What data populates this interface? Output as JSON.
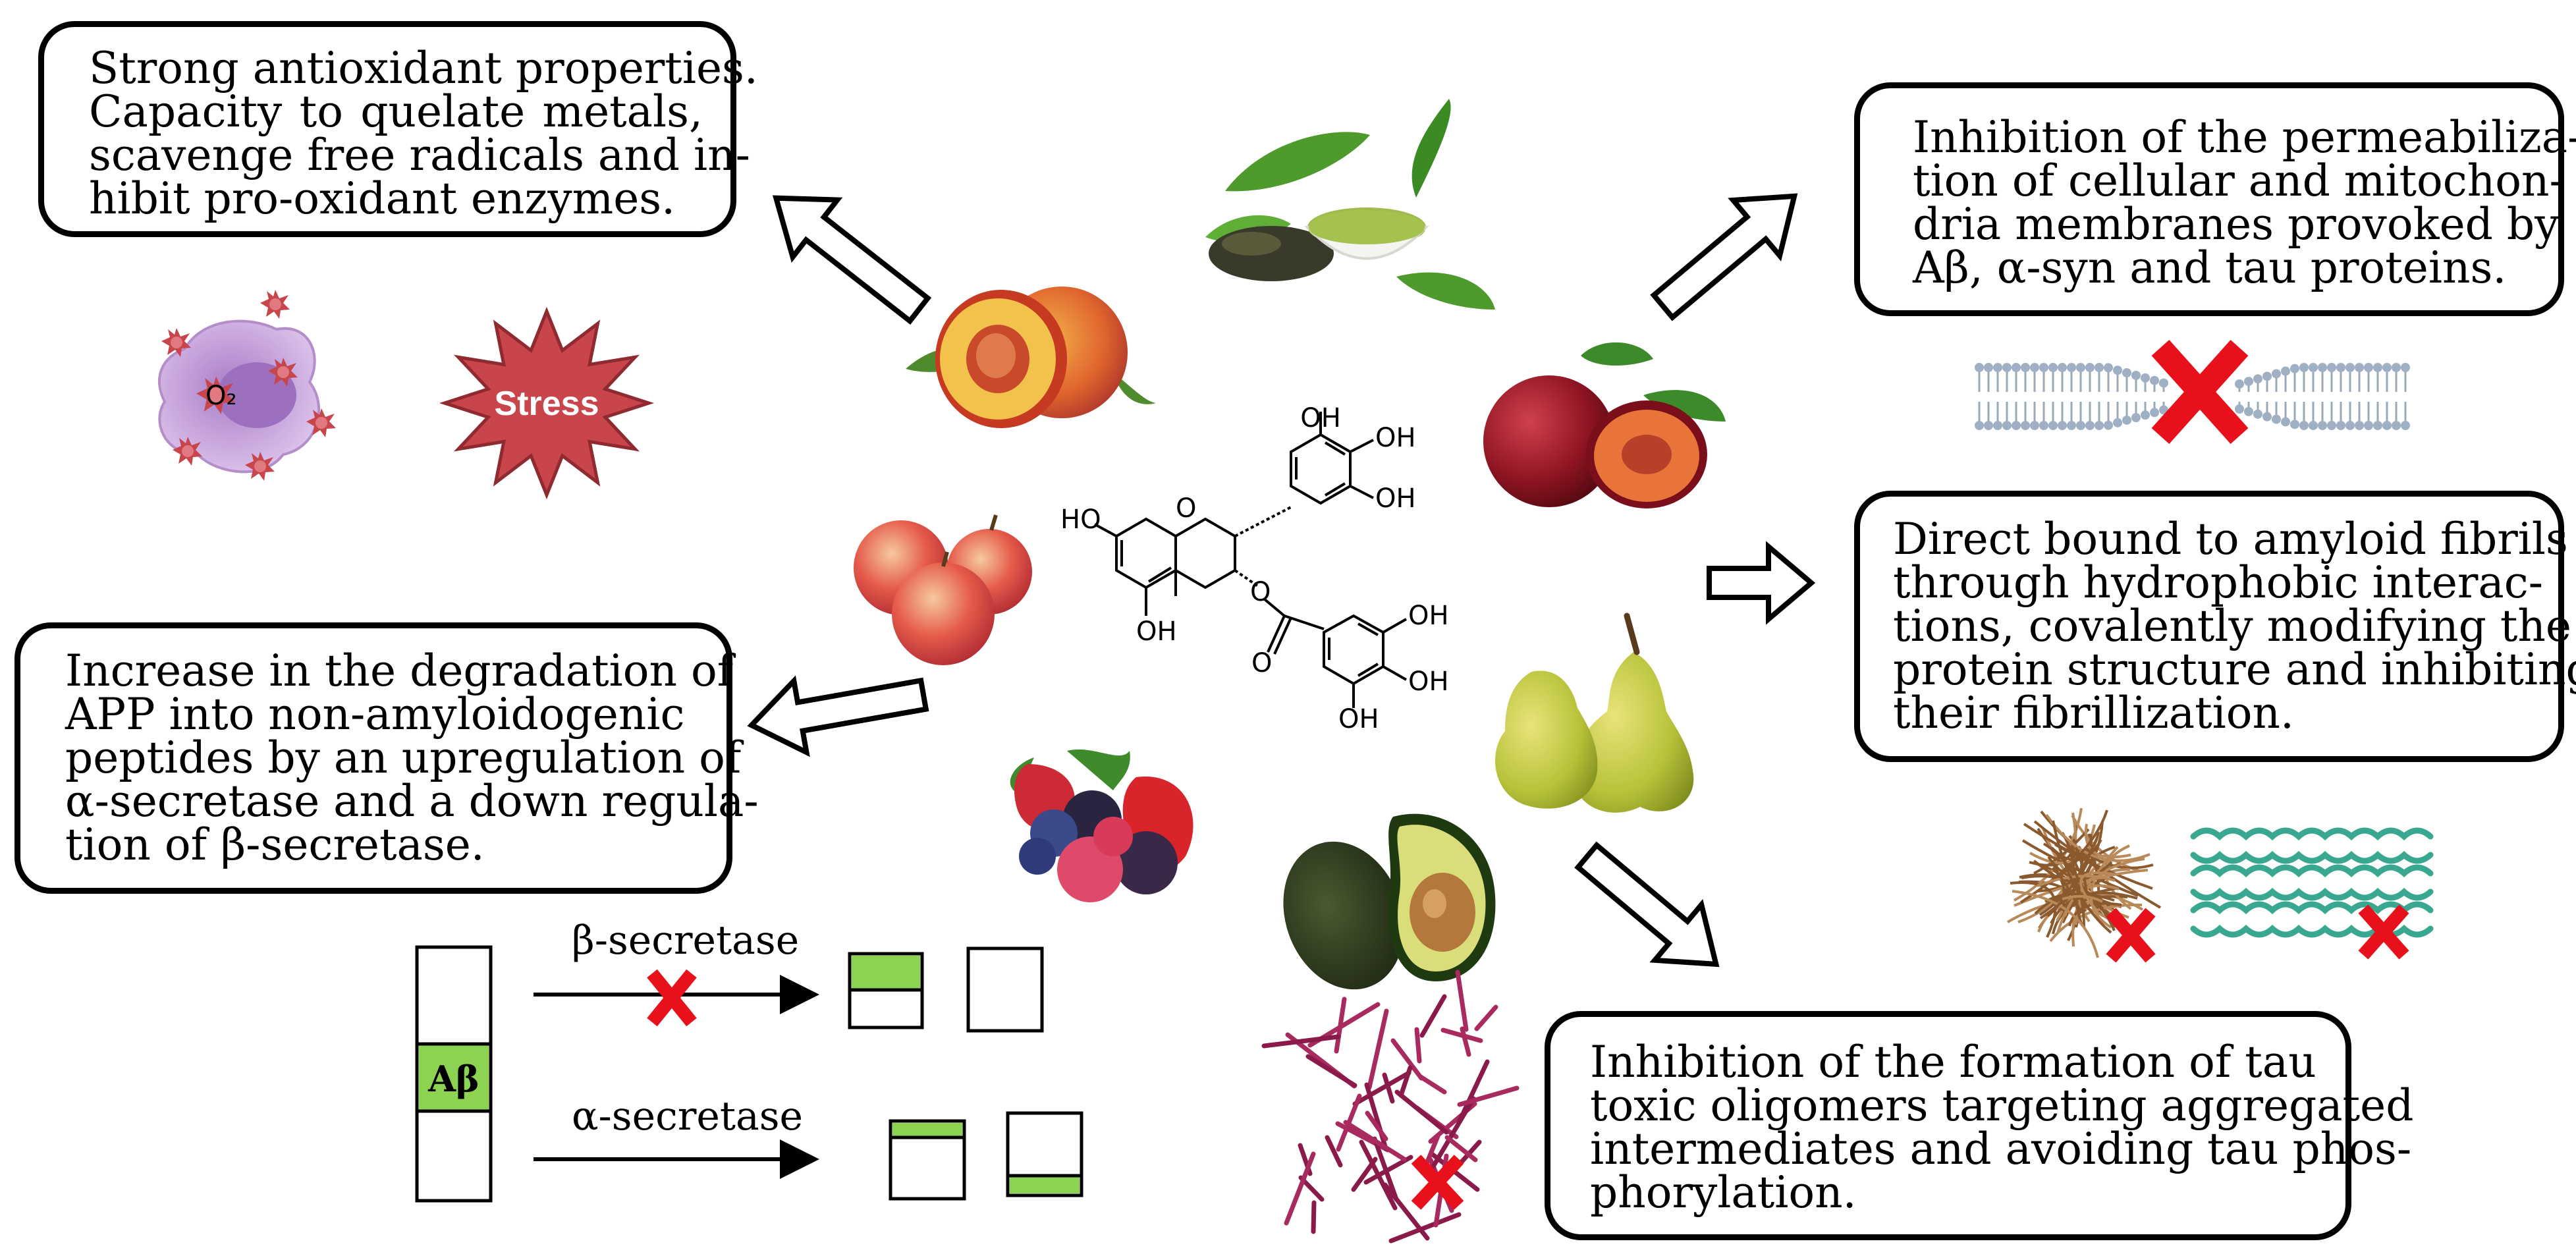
{
  "boxes": {
    "antioxidant": {
      "lines": [
        "Strong antioxidant properties.",
        "Capacity to quelate metals,",
        "scavenge free radicals and in-",
        "hibit pro-oxidant enzymes."
      ]
    },
    "permeabilization": {
      "lines": [
        "Inhibition of the permeabiliza-",
        "tion of cellular and mitochon-",
        "dria membranes provoked by",
        "Aβ, α-syn and tau proteins."
      ]
    },
    "fibrils": {
      "lines": [
        "Direct bound to amyloid fibrils",
        "through hydrophobic interac-",
        "tions, covalently modifying the",
        "protein structure and inhibiting",
        "their fibrillization."
      ]
    },
    "app": {
      "lines": [
        "Increase in the degradation of",
        "APP into non-amyloidogenic",
        "peptides by an upregulation of",
        "α-secretase and a down regula-",
        "tion of β-secretase."
      ]
    },
    "tau": {
      "lines": [
        "Inhibition of the formation of tau",
        "toxic oligomers targeting aggregated",
        "intermediates and avoiding tau phos-",
        "phorylation."
      ]
    }
  },
  "labels": {
    "stress": "Stress",
    "beta_secretase": "β-secretase",
    "alpha_secretase": "α-secretase",
    "abeta": "Aβ",
    "o2": "O₂"
  },
  "molecule": {
    "oh": "OH",
    "ho": "HO",
    "o": "O"
  },
  "icons": [
    "green-tea-icon",
    "peach-icon",
    "plum-icon",
    "apple-icon",
    "pear-icon",
    "berries-icon",
    "avocado-icon",
    "stressed-cell-icon",
    "membrane-icon",
    "fibril-tangle-icon",
    "fibril-strands-icon",
    "tau-network-icon"
  ],
  "colors": {
    "red_x": "#e8111b",
    "green_fragment": "#8cd352",
    "stress_star": "#c8454b",
    "cell": "#c9a3dc"
  }
}
